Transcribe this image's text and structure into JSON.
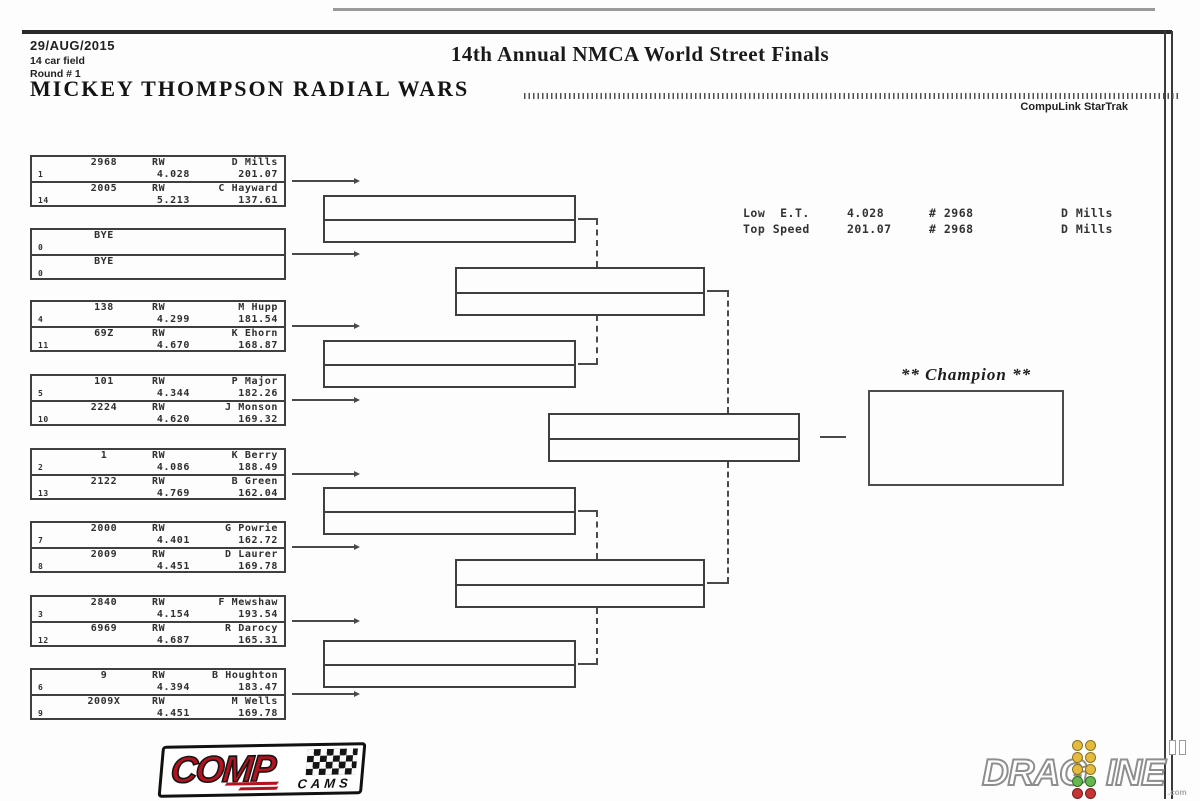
{
  "page": {
    "date": "29/AUG/2015",
    "field_size": "14 car field",
    "round": "Round # 1",
    "event_title": "14th Annual NMCA World Street Finals",
    "class_title": "MICKEY THOMPSON RADIAL WARS",
    "timing_system": "CompuLink StarTrak"
  },
  "stats": {
    "rows": [
      {
        "label": "Low  E.T.",
        "value": "4.028",
        "car": "# 2968",
        "driver": "D Mills"
      },
      {
        "label": "Top Speed",
        "value": "201.07",
        "car": "# 2968",
        "driver": "D Mills"
      }
    ]
  },
  "champion_label": "** Champion **",
  "round1": [
    {
      "entries": [
        {
          "car": "2968",
          "cls": "RW",
          "driver": "D Mills",
          "seed": "1",
          "et": "4.028",
          "speed": "201.07"
        },
        {
          "car": "2005",
          "cls": "RW",
          "driver": "C Hayward",
          "seed": "14",
          "et": "5.213",
          "speed": "137.61"
        }
      ]
    },
    {
      "entries": [
        {
          "car": "BYE",
          "cls": "",
          "driver": "",
          "seed": "0",
          "et": "",
          "speed": ""
        },
        {
          "car": "BYE",
          "cls": "",
          "driver": "",
          "seed": "0",
          "et": "",
          "speed": ""
        }
      ]
    },
    {
      "entries": [
        {
          "car": "138",
          "cls": "RW",
          "driver": "M Hupp",
          "seed": "4",
          "et": "4.299",
          "speed": "181.54"
        },
        {
          "car": "69Z",
          "cls": "RW",
          "driver": "K Ehorn",
          "seed": "11",
          "et": "4.670",
          "speed": "168.87"
        }
      ]
    },
    {
      "entries": [
        {
          "car": "101",
          "cls": "RW",
          "driver": "P Major",
          "seed": "5",
          "et": "4.344",
          "speed": "182.26"
        },
        {
          "car": "2224",
          "cls": "RW",
          "driver": "J Monson",
          "seed": "10",
          "et": "4.620",
          "speed": "169.32"
        }
      ]
    },
    {
      "entries": [
        {
          "car": "1",
          "cls": "RW",
          "driver": "K Berry",
          "seed": "2",
          "et": "4.086",
          "speed": "188.49"
        },
        {
          "car": "2122",
          "cls": "RW",
          "driver": "B Green",
          "seed": "13",
          "et": "4.769",
          "speed": "162.04"
        }
      ]
    },
    {
      "entries": [
        {
          "car": "2000",
          "cls": "RW",
          "driver": "G Powrie",
          "seed": "7",
          "et": "4.401",
          "speed": "162.72"
        },
        {
          "car": "2009",
          "cls": "RW",
          "driver": "D Laurer",
          "seed": "8",
          "et": "4.451",
          "speed": "169.78"
        }
      ]
    },
    {
      "entries": [
        {
          "car": "2840",
          "cls": "RW",
          "driver": "F Mewshaw",
          "seed": "3",
          "et": "4.154",
          "speed": "193.54"
        },
        {
          "car": "6969",
          "cls": "RW",
          "driver": "R Darocy",
          "seed": "12",
          "et": "4.687",
          "speed": "165.31"
        }
      ]
    },
    {
      "entries": [
        {
          "car": "9",
          "cls": "RW",
          "driver": "B Houghton",
          "seed": "6",
          "et": "4.394",
          "speed": "183.47"
        },
        {
          "car": "2009X",
          "cls": "RW",
          "driver": "M Wells",
          "seed": "9",
          "et": "4.451",
          "speed": "169.78"
        }
      ]
    }
  ],
  "logos": {
    "comp": {
      "main": "COMP",
      "sub": "CAMS"
    },
    "dragzine": {
      "left": "DRAG",
      "right": "INE",
      "tld": ".com"
    }
  },
  "colors": {
    "ink": "#2f2f2f",
    "comp_red": "#b5121f",
    "tree_amber": "#e6b93f",
    "tree_green": "#66b84e",
    "tree_red": "#c63436"
  }
}
